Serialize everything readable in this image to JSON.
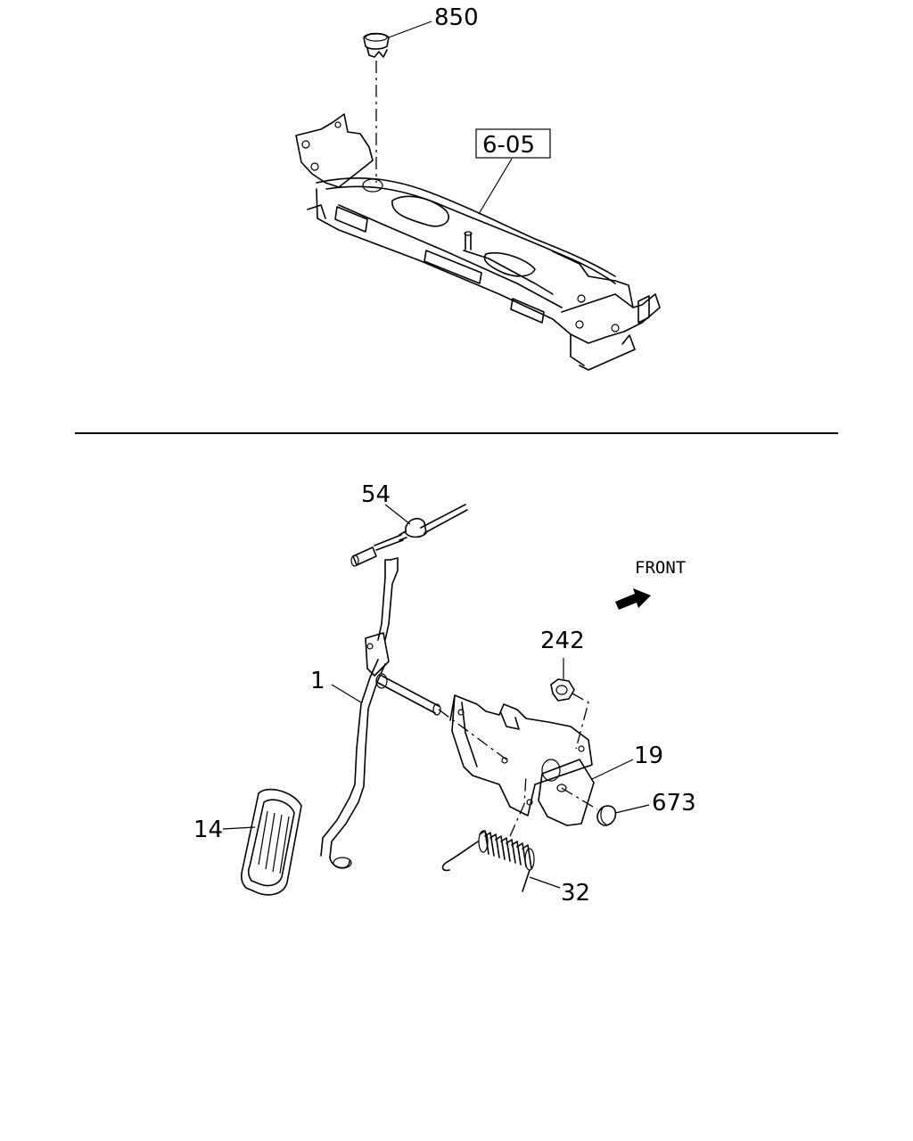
{
  "diagram": {
    "top_view": {
      "labels": {
        "clip": "850",
        "ref_box": "6-05"
      }
    },
    "bottom_view": {
      "labels": {
        "cable": "54",
        "lever": "1",
        "pedal_pad": "14",
        "nut": "242",
        "bracket": "19",
        "bushing": "673",
        "spring": "32"
      },
      "direction": {
        "label": "FRONT"
      }
    }
  }
}
